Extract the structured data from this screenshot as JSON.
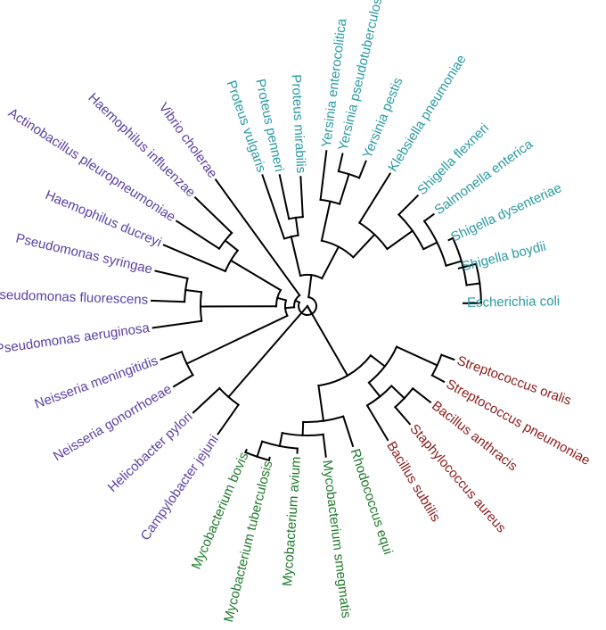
{
  "tree": {
    "colors": {
      "teal": "#2a9aa3",
      "purple": "#5b3fa4",
      "red": "#8b1a1a",
      "green": "#1f7a2a"
    },
    "leaves": [
      {
        "name": "Proteus vulgaris",
        "color": "teal"
      },
      {
        "name": "Proteus penneri",
        "color": "teal"
      },
      {
        "name": "Proteus mirabilis",
        "color": "teal"
      },
      {
        "name": "Yersinia enterocolitica",
        "color": "teal"
      },
      {
        "name": "Yersinia pseudotuberculosis",
        "color": "teal"
      },
      {
        "name": "Yersinia pestis",
        "color": "teal"
      },
      {
        "name": "Klebsiella pneumoniae",
        "color": "teal"
      },
      {
        "name": "Shigella flexneri",
        "color": "teal"
      },
      {
        "name": "Salmonella enterica",
        "color": "teal"
      },
      {
        "name": "Shigella dysenteriae",
        "color": "teal"
      },
      {
        "name": "Shigella boydii",
        "color": "teal"
      },
      {
        "name": "Escherichia coli",
        "color": "teal"
      },
      {
        "name": "Streptococcus oralis",
        "color": "red"
      },
      {
        "name": "Streptococcus pneumoniae",
        "color": "red"
      },
      {
        "name": "Bacillus anthracis",
        "color": "red"
      },
      {
        "name": "Staphylococcus aureus",
        "color": "red"
      },
      {
        "name": "Bacillus subtilis",
        "color": "red"
      },
      {
        "name": "Rhodococcus equi",
        "color": "green"
      },
      {
        "name": "Mycobacterium smegmatis",
        "color": "green"
      },
      {
        "name": "Mycobacterium avium",
        "color": "green"
      },
      {
        "name": "Mycobacterium tuberculosis",
        "color": "green"
      },
      {
        "name": "Mycobacterium bovis",
        "color": "green"
      },
      {
        "name": "Campylobacter jejuni",
        "color": "purple"
      },
      {
        "name": "Helicobacter pylori",
        "color": "purple"
      },
      {
        "name": "Neisseria gonorrhoeae",
        "color": "purple"
      },
      {
        "name": "Neisseria meningitidis",
        "color": "purple"
      },
      {
        "name": "Pseudomonas aeruginosa",
        "color": "purple"
      },
      {
        "name": "Pseudomonas fluorescens",
        "color": "purple"
      },
      {
        "name": "Pseudomonas syringae",
        "color": "purple"
      },
      {
        "name": "Haemophilus ducreyi",
        "color": "purple"
      },
      {
        "name": "Actinobacillus pleuropneumoniae",
        "color": "purple"
      },
      {
        "name": "Haemophilus influenzae",
        "color": "purple"
      },
      {
        "name": "Vibrio cholerae",
        "color": "purple"
      }
    ]
  }
}
